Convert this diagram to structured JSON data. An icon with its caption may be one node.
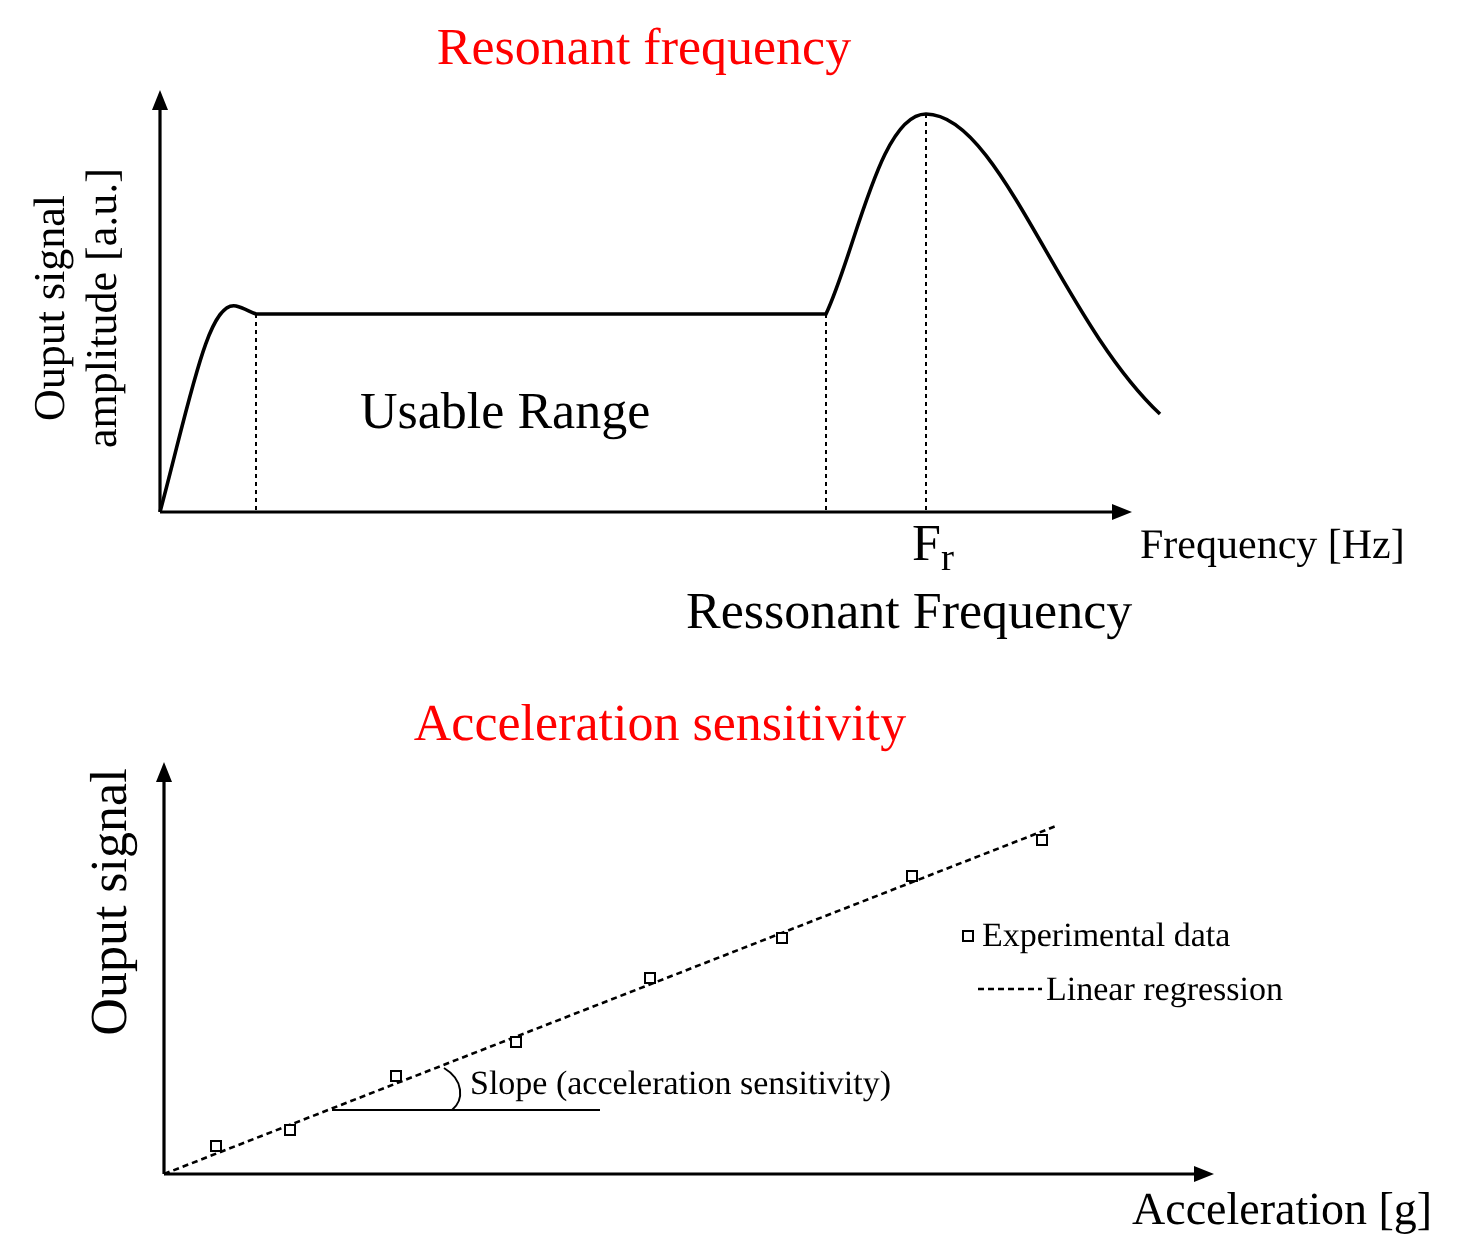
{
  "diagram": {
    "labels": [
      "Resonant frequency",
      "Ouput signal amplitude [a.u.]",
      "Usable Range",
      "F$_{r}$",
      "Frequency [Hz]",
      "Ressonant Frequency",
      "Acceleration sensitivity",
      "Ouput signal",
      "Slope (acceleration sensitivity)",
      "Acceleration [g]"
    ],
    "legend": [
      {
        "text": "Experimental data"
      },
      {
        "text": "Linear regression"
      }
    ]
  }
}
